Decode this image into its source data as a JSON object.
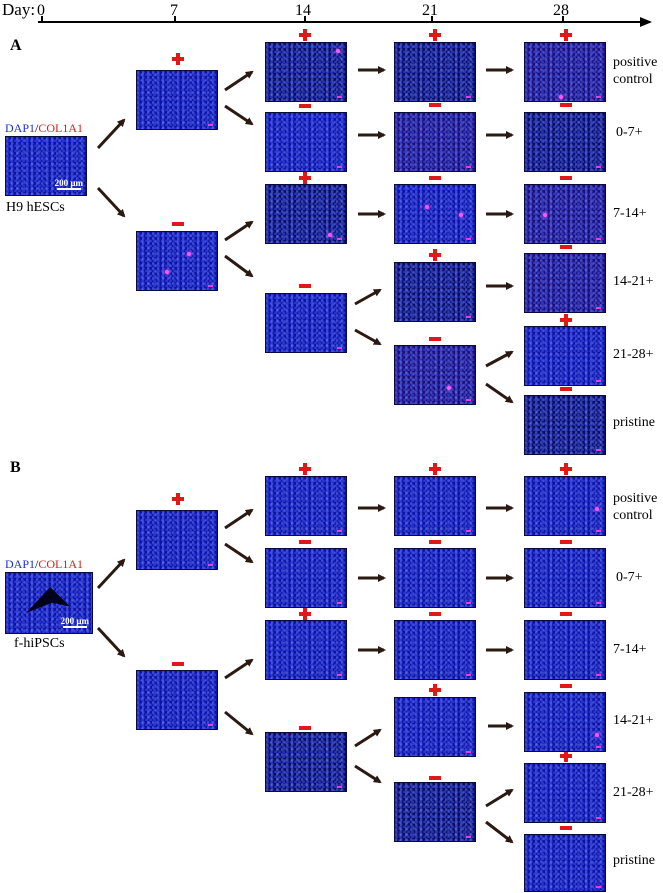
{
  "timeline": {
    "title": "Day:",
    "ticks": [
      "0",
      "7",
      "14",
      "21",
      "28"
    ]
  },
  "panel_a": {
    "label": "A",
    "stain_dapi": "DAP1",
    "stain_sep": "/",
    "stain_col": "COL1A1",
    "scale": "200 µm",
    "cell_line": "H9 hESCs"
  },
  "panel_b": {
    "label": "B",
    "stain_dapi": "DAP1",
    "stain_sep": "/",
    "stain_col": "COL1A1",
    "scale": "200 µm",
    "cell_line": "f-hiPSCs"
  },
  "conditions": {
    "positive": "positive",
    "control": "control",
    "c0_7": "0-7+",
    "c7_14": "7-14+",
    "c14_21": "14-21+",
    "c21_28": "21-28+",
    "pristine": "pristine"
  },
  "colors": {
    "plus": "#e01818",
    "minus": "#e01818",
    "arrow": "#2a1a12",
    "nuclei": "#0c12a8"
  }
}
